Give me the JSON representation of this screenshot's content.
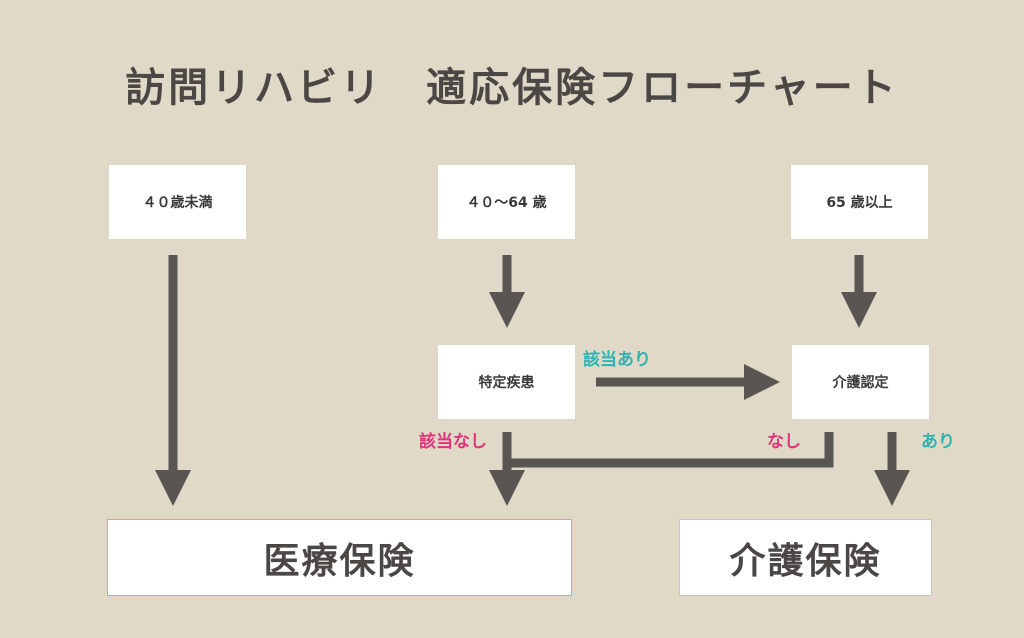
{
  "title": "訪問リハビリ　適応保険フローチャート",
  "colors": {
    "background": "#e1d9c7",
    "arrow": "#585552",
    "medical_border": "#e7a94d",
    "care_border": "#cbd66b",
    "label_pink": "#e0337b",
    "label_teal": "#2fb3b2"
  },
  "nodes": {
    "under40": "４０歳未満",
    "age40to64": "４０～64 歳",
    "over65": "65 歳以上",
    "specific_disease": "特定疾患",
    "care_certification": "介護認定",
    "medical_insurance": "医療保険",
    "care_insurance": "介護保険"
  },
  "edge_labels": {
    "applicable": "該当あり",
    "not_applicable": "該当なし",
    "none": "なし",
    "yes": "あり"
  }
}
